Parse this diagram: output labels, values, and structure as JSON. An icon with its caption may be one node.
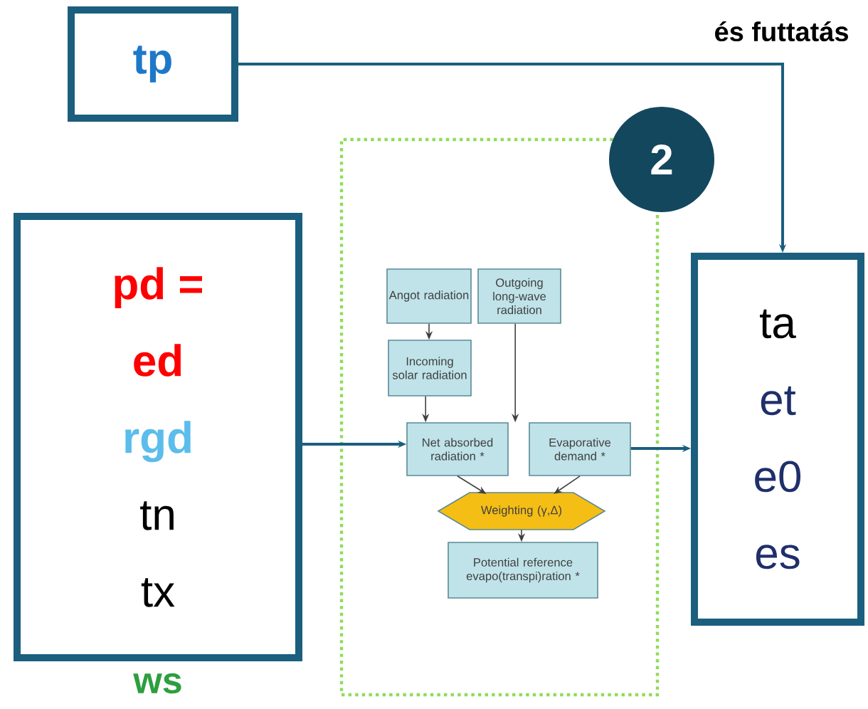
{
  "diagram": {
    "nodes": [
      {
        "text": [
          "tp"
        ]
      },
      {
        "text": [
          "pd =",
          "ed",
          "rgd",
          "tn",
          "tx"
        ],
        "beside": [
          "ws"
        ]
      },
      {
        "text": [],
        "shape": "box"
      },
      {
        "text": [
          "Angot radiation"
        ],
        "in": 2
      },
      {
        "text": [
          "Outgoing long-wave radiation"
        ],
        "in": 2
      },
      {
        "text": [
          "Incoming solar radiation"
        ],
        "in": 2
      },
      {
        "text": [
          "Net absorbed radiation *"
        ],
        "in": 2
      },
      {
        "text": [
          "Evaporative demand *"
        ],
        "in": 2
      },
      {
        "text": [
          "Weighting (γ,Δ)"
        ],
        "in": 2
      },
      {
        "text": [
          "Potential reference evapo(transpi)ration *"
        ],
        "in": 2
      },
      {
        "text": [
          "ta",
          "et",
          "e0",
          "es"
        ]
      }
    ],
    "edges": [
      {
        "from": 0,
        "to": 10,
        "arrow": "to"
      },
      {
        "from": 1,
        "to": 6,
        "arrow": "to"
      },
      {
        "from": 3,
        "to": 5,
        "arrow": "to"
      },
      {
        "from": 5,
        "to": 6,
        "arrow": "to"
      },
      {
        "from": 4,
        "to": 6,
        "arrow": "to"
      },
      {
        "from": 6,
        "to": 8,
        "arrow": "to"
      },
      {
        "from": 7,
        "to": 8,
        "arrow": "to"
      },
      {
        "from": 8,
        "to": 9,
        "arrow": "to"
      },
      {
        "from": 7,
        "to": 10,
        "arrow": "to"
      }
    ],
    "labels": [
      "és futtatás",
      "2"
    ]
  }
}
